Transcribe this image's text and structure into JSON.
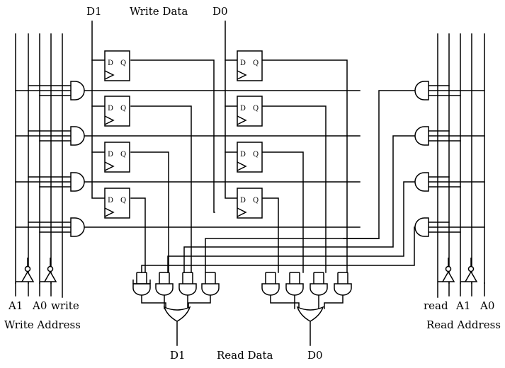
{
  "top_labels": {
    "d1": "D1",
    "write_data": "Write Data",
    "d0": "D0"
  },
  "write_side": {
    "a1": "A1",
    "a0": "A0",
    "write": "write",
    "caption": "Write Address"
  },
  "read_side": {
    "read": "read",
    "a1": "A1",
    "a0": "A0",
    "caption": "Read Address"
  },
  "bottom_labels": {
    "d1": "D1",
    "read_data": "Read Data",
    "d0": "D0"
  },
  "flipflop": {
    "d_pin": "D",
    "q_pin": "Q"
  },
  "colors": {
    "line": "#000000",
    "background": "#ffffff"
  }
}
